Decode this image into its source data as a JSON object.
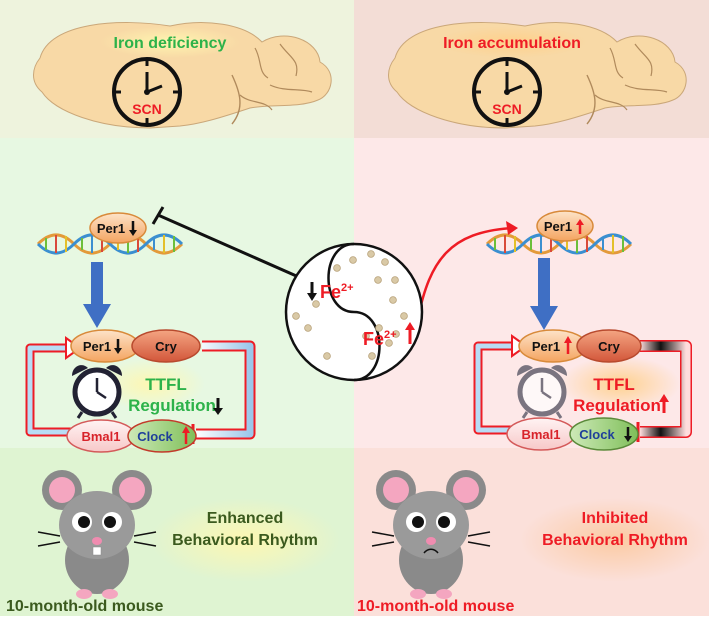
{
  "top_left": {
    "condition": "Iron deficiency",
    "clock_label": "SCN"
  },
  "top_right": {
    "condition": "Iron accumulation",
    "clock_label": "SCN"
  },
  "center": {
    "ion_label": "Fe",
    "ion_charge": "2+"
  },
  "left_loop": {
    "gene_top": "Per1",
    "per1": "Per1",
    "cry": "Cry",
    "bmal1": "Bmal1",
    "clock": "Clock",
    "ttfl": "TTFL",
    "regulation": "Regulation"
  },
  "right_loop": {
    "gene_top": "Per1",
    "per1": "Per1",
    "cry": "Cry",
    "bmal1": "Bmal1",
    "clock": "Clock",
    "ttfl": "TTFL",
    "regulation": "Regulation"
  },
  "bottom_left": {
    "behavior_line1": "Enhanced",
    "behavior_line2": "Behavioral Rhythm",
    "mouse_caption": "10-month-old mouse"
  },
  "bottom_right": {
    "behavior_line1": "Inhibited",
    "behavior_line2": "Behavioral Rhythm",
    "mouse_caption": "10-month-old mouse"
  },
  "colors": {
    "deficiency_green": "#2db24a",
    "accumulation_red": "#ee1c25",
    "left_bg": "#e6f7e0",
    "right_bg": "#fde6e6",
    "top_left_bg": "#eef3dd",
    "top_right_bg": "#f3ddd6",
    "brain": "#f8d9a6",
    "arrow_blue": "#3f6fc4"
  }
}
